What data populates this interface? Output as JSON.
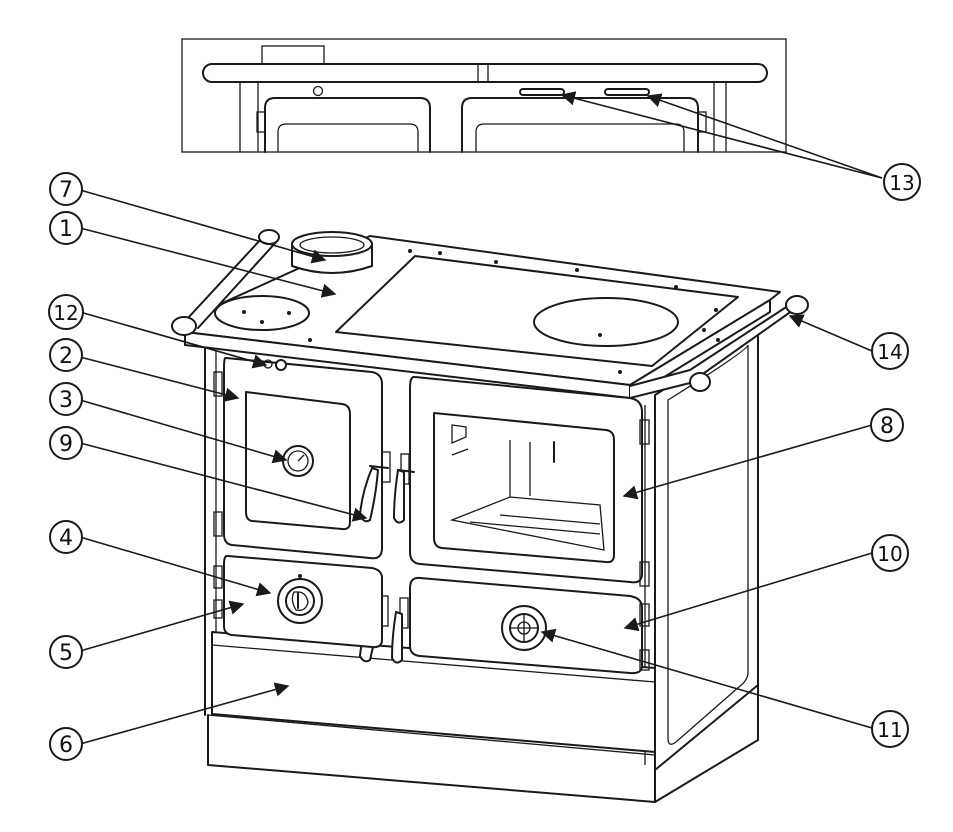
{
  "callouts": [
    {
      "label": "1"
    },
    {
      "label": "2"
    },
    {
      "label": "3"
    },
    {
      "label": "4"
    },
    {
      "label": "5"
    },
    {
      "label": "6"
    },
    {
      "label": "7"
    },
    {
      "label": "8"
    },
    {
      "label": "9"
    },
    {
      "label": "10"
    },
    {
      "label": "11"
    },
    {
      "label": "12"
    },
    {
      "label": "13"
    },
    {
      "label": "14"
    }
  ],
  "colors": {
    "line": "#1a1a1a",
    "background": "#ffffff"
  }
}
